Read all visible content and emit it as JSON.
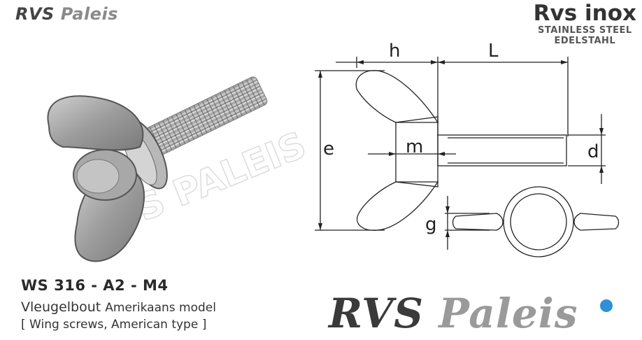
{
  "brand": {
    "small_logo_rvs": "RVS",
    "small_logo_paleis": "Paleis",
    "big_logo_rvs": "RVS",
    "big_logo_paleis": "Paleis",
    "accent_color": "#2f8fd8",
    "watermark": "RVS PALEIS"
  },
  "inox_badge": {
    "title_a": "Rvs",
    "title_b": "inox",
    "line1": "STAINLESS STEEL",
    "line2": "EDELSTAHL"
  },
  "product": {
    "code": "WS 316 - A2 - M4",
    "name_nl": "Vleugelbout",
    "name_nl_sub": "Amerikaans model",
    "name_en": "[ Wing screws, American type ]"
  },
  "dimensions": {
    "h": "h",
    "L": "L",
    "e": "e",
    "m": "m",
    "d": "d",
    "g": "g"
  }
}
